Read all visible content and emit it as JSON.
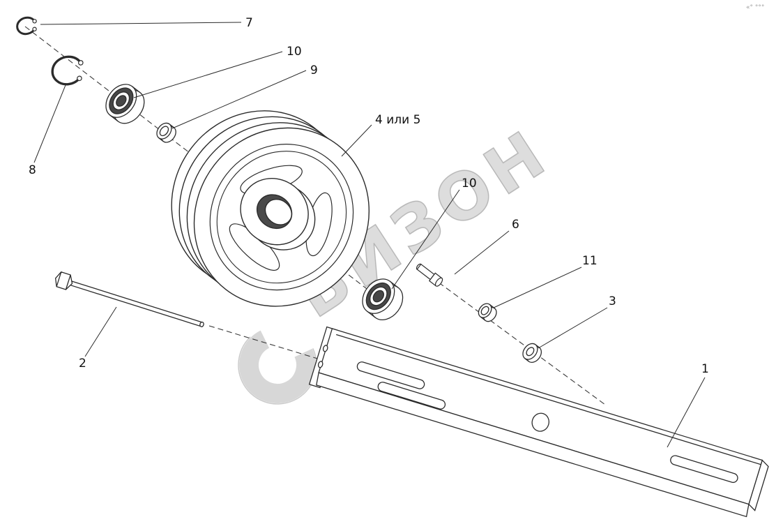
{
  "page": {
    "background": "#ffffff"
  },
  "watermark": {
    "text": "БИЗОН",
    "corner_mark": "«° °°°",
    "color": "#d4d4d4"
  },
  "callouts": {
    "c7": "7",
    "c10a": "10",
    "c9": "9",
    "c8": "8",
    "c45": "4 или 5",
    "c10b": "10",
    "c6": "6",
    "c11": "11",
    "c3": "3",
    "c2": "2",
    "c1": "1"
  },
  "colors": {
    "line": "#2b2b2b",
    "shade": "#474747"
  }
}
